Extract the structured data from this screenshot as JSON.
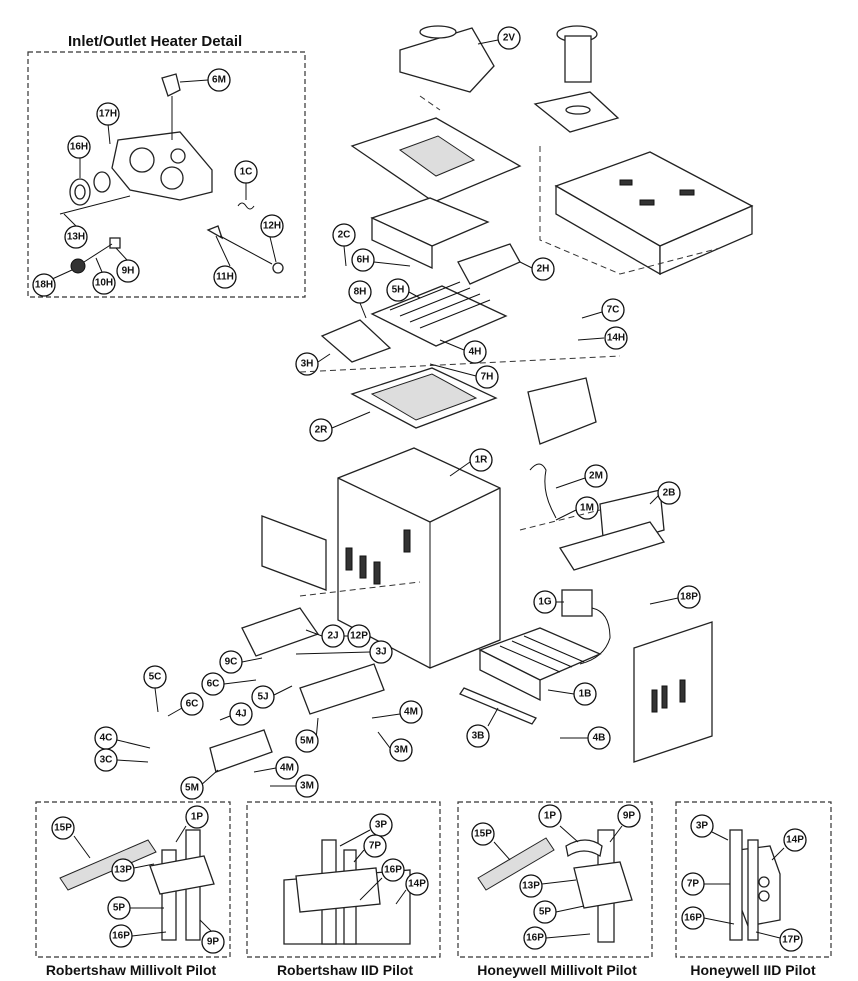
{
  "inset": {
    "title": "Inlet/Outlet Heater Detail"
  },
  "pilots": [
    {
      "title": "Robertshaw Millivolt Pilot"
    },
    {
      "title": "Robertshaw IID Pilot"
    },
    {
      "title": "Honeywell Millivolt Pilot"
    },
    {
      "title": "Honeywell IID Pilot"
    }
  ],
  "callouts": {
    "c2V": "2V",
    "c6M": "6M",
    "c17H": "17H",
    "c16H": "16H",
    "c1C": "1C",
    "c12H": "12H",
    "c13H": "13H",
    "c9H": "9H",
    "c11H": "11H",
    "c18H": "18H",
    "c10H": "10H",
    "c2C": "2C",
    "c6H": "6H",
    "c2H": "2H",
    "c8H": "8H",
    "c5H": "5H",
    "c7C": "7C",
    "c14H": "14H",
    "c4H": "4H",
    "c3H": "3H",
    "c7H": "7H",
    "c2R": "2R",
    "c1R": "1R",
    "c2M": "2M",
    "c1M": "1M",
    "c2B": "2B",
    "c1G": "1G",
    "c18P": "18P",
    "c2J": "2J",
    "c12P": "12P",
    "c3J": "3J",
    "c9C": "9C",
    "c6C": "6C",
    "c5C": "5C",
    "c5J": "5J",
    "c1B": "1B",
    "c4J": "4J",
    "c4M": "4M",
    "c4C": "4C",
    "c5M": "5M",
    "c3M": "3M",
    "c3B": "3B",
    "c4B": "4B",
    "c3C": "3C",
    "c5M2": "5M",
    "c4M2": "4M",
    "c3M2": "3M",
    "p15P": "15P",
    "p1P": "1P",
    "p13P": "13P",
    "p5P": "5P",
    "p16P": "16P",
    "p9P": "9P",
    "q3P": "3P",
    "q7P": "7P",
    "q16P": "16P",
    "q14P": "14P",
    "r1P": "1P",
    "r9P": "9P",
    "r15P": "15P",
    "r13P": "13P",
    "r5P": "5P",
    "r16P": "16P",
    "s3P": "3P",
    "s14P": "14P",
    "s7P": "7P",
    "s16P": "16P",
    "s17P": "17P"
  }
}
